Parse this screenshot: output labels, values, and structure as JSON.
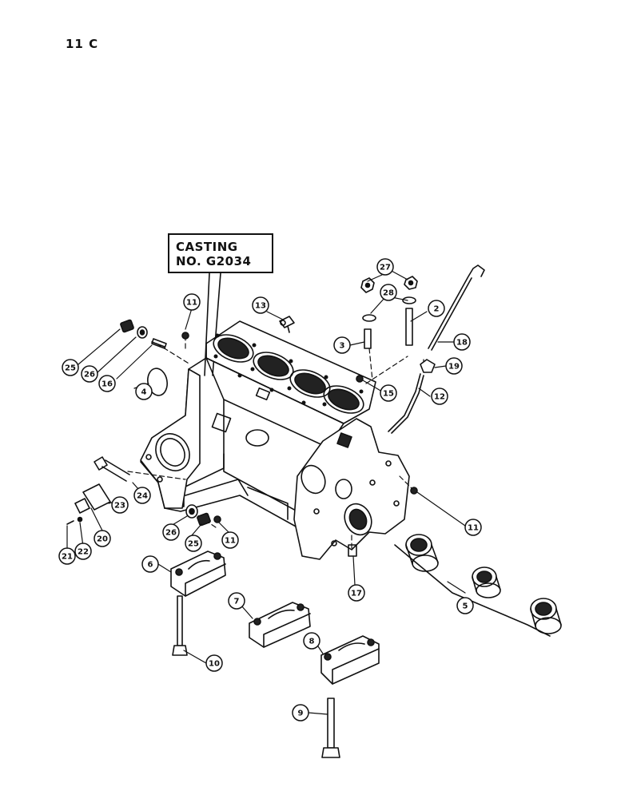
{
  "page_label": "11 C",
  "casting_note": {
    "line1": "CASTING",
    "line2": "NO. G2034"
  },
  "callouts": [
    "2",
    "3",
    "4",
    "5",
    "6",
    "7",
    "8",
    "9",
    "10",
    "11",
    "11",
    "11",
    "12",
    "13",
    "15",
    "16",
    "17",
    "18",
    "19",
    "20",
    "21",
    "22",
    "23",
    "24",
    "25",
    "25",
    "26",
    "26",
    "27",
    "28"
  ],
  "colors": {
    "ink": "#111111",
    "paper": "#ffffff"
  }
}
